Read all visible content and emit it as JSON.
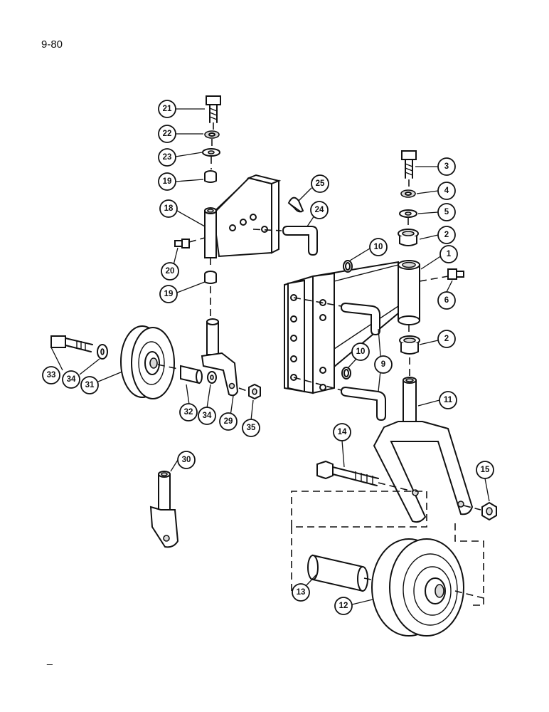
{
  "page": {
    "number": "9-80",
    "footer_mark": "_"
  },
  "callouts": [
    {
      "id": "c21",
      "label": "21"
    },
    {
      "id": "c22",
      "label": "22"
    },
    {
      "id": "c23",
      "label": "23"
    },
    {
      "id": "c19a",
      "label": "19"
    },
    {
      "id": "c18",
      "label": "18"
    },
    {
      "id": "c25",
      "label": "25"
    },
    {
      "id": "c24",
      "label": "24"
    },
    {
      "id": "c20",
      "label": "20"
    },
    {
      "id": "c19b",
      "label": "19"
    },
    {
      "id": "c3",
      "label": "3"
    },
    {
      "id": "c4",
      "label": "4"
    },
    {
      "id": "c5",
      "label": "5"
    },
    {
      "id": "c2a",
      "label": "2"
    },
    {
      "id": "c10a",
      "label": "10"
    },
    {
      "id": "c1",
      "label": "1"
    },
    {
      "id": "c6",
      "label": "6"
    },
    {
      "id": "c2b",
      "label": "2"
    },
    {
      "id": "c10b",
      "label": "10"
    },
    {
      "id": "c9",
      "label": "9"
    },
    {
      "id": "c11",
      "label": "11"
    },
    {
      "id": "c33",
      "label": "33"
    },
    {
      "id": "c34a",
      "label": "34"
    },
    {
      "id": "c31",
      "label": "31"
    },
    {
      "id": "c32",
      "label": "32"
    },
    {
      "id": "c34b",
      "label": "34"
    },
    {
      "id": "c29",
      "label": "29"
    },
    {
      "id": "c35",
      "label": "35"
    },
    {
      "id": "c30",
      "label": "30"
    },
    {
      "id": "c14",
      "label": "14"
    },
    {
      "id": "c15",
      "label": "15"
    },
    {
      "id": "c13",
      "label": "13"
    },
    {
      "id": "c12",
      "label": "12"
    }
  ]
}
